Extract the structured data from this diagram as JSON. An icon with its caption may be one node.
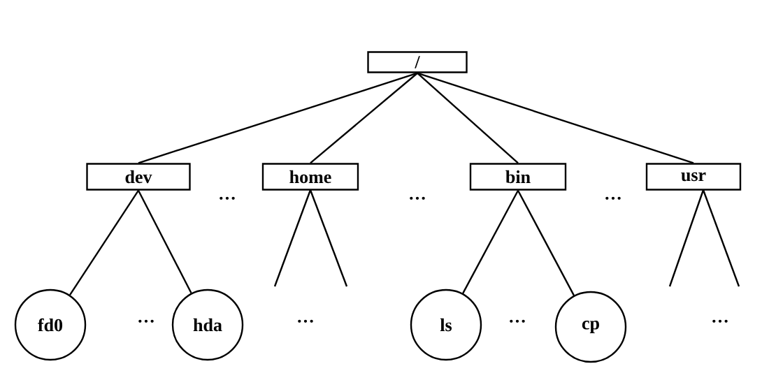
{
  "diagram": {
    "nodes": [
      {
        "text": [
          "/"
        ]
      },
      {
        "text": [
          "dev"
        ]
      },
      {
        "text": [
          "home"
        ]
      },
      {
        "text": [
          "bin"
        ]
      },
      {
        "text": [
          "usr"
        ]
      },
      {
        "text": [
          "fd0"
        ]
      },
      {
        "text": [
          "hda"
        ]
      },
      {
        "text": [
          "ls"
        ]
      },
      {
        "text": [
          "cp"
        ]
      }
    ],
    "edges": [
      {
        "from": 0,
        "to": 1,
        "arrow": "none"
      },
      {
        "from": 0,
        "to": 2,
        "arrow": "none"
      },
      {
        "from": 0,
        "to": 3,
        "arrow": "none"
      },
      {
        "from": 0,
        "to": 4,
        "arrow": "none"
      },
      {
        "from": 1,
        "to": 5,
        "arrow": "none"
      },
      {
        "from": 1,
        "to": 6,
        "arrow": "none"
      },
      {
        "from": 2,
        "to": null,
        "arrow": "none"
      },
      {
        "from": 2,
        "to": null,
        "arrow": "none"
      },
      {
        "from": 3,
        "to": 7,
        "arrow": "none"
      },
      {
        "from": 3,
        "to": 8,
        "arrow": "none"
      },
      {
        "from": 4,
        "to": null,
        "arrow": "none"
      },
      {
        "from": 4,
        "to": null,
        "arrow": "none"
      }
    ],
    "labels": [
      "···",
      "···",
      "···",
      "···",
      "···",
      "···",
      "···"
    ]
  }
}
